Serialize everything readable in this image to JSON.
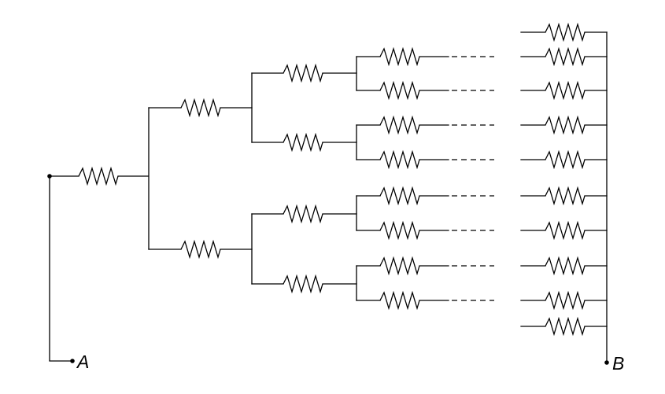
{
  "diagram": {
    "terminal_a": {
      "label": "A"
    },
    "terminal_b": {
      "label": "B"
    },
    "levels": [
      {
        "level": 1,
        "resistors": 1
      },
      {
        "level": 2,
        "resistors": 2
      },
      {
        "level": 3,
        "resistors": 4
      },
      {
        "level": 4,
        "resistors": 8
      },
      {
        "level": "final",
        "resistors": 10
      }
    ],
    "colors": {
      "stroke": "#000000",
      "background": "#ffffff"
    }
  }
}
